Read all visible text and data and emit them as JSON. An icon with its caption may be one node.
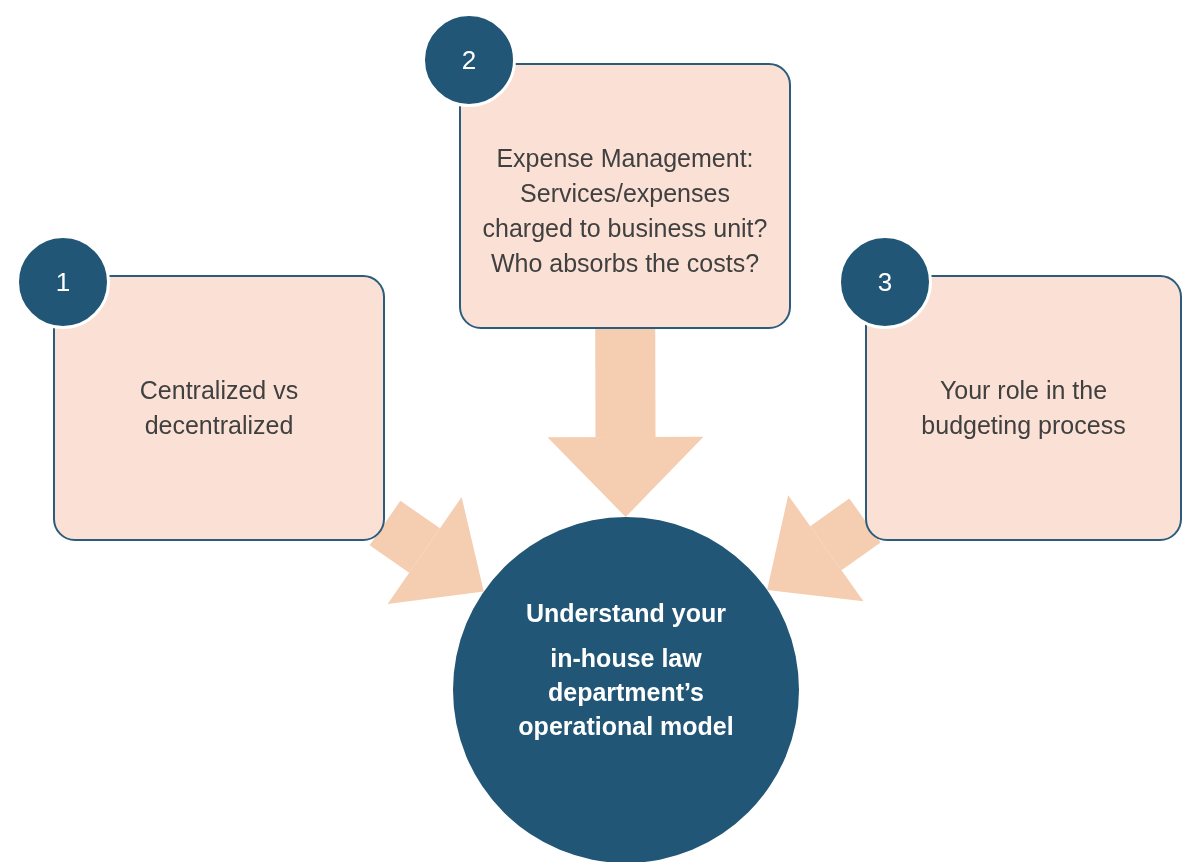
{
  "diagram": {
    "nodes": [
      {
        "text": [
          "1"
        ]
      },
      {
        "text": [
          "Centralized vs decentralized"
        ]
      },
      {
        "text": [
          "2"
        ]
      },
      {
        "text": [
          "Expense Management: Services/expenses charged to business unit? Who absorbs the costs?"
        ]
      },
      {
        "text": [
          "3"
        ]
      },
      {
        "text": [
          "Your role in the budgeting process"
        ]
      },
      {
        "text": [
          "Understand your",
          "in-house law department’s operational model"
        ]
      }
    ],
    "edges": [
      {
        "from": 1,
        "to": 6,
        "arrow": "to"
      },
      {
        "from": 3,
        "to": 6,
        "arrow": "to"
      },
      {
        "from": 5,
        "to": 6,
        "arrow": "to"
      }
    ]
  }
}
